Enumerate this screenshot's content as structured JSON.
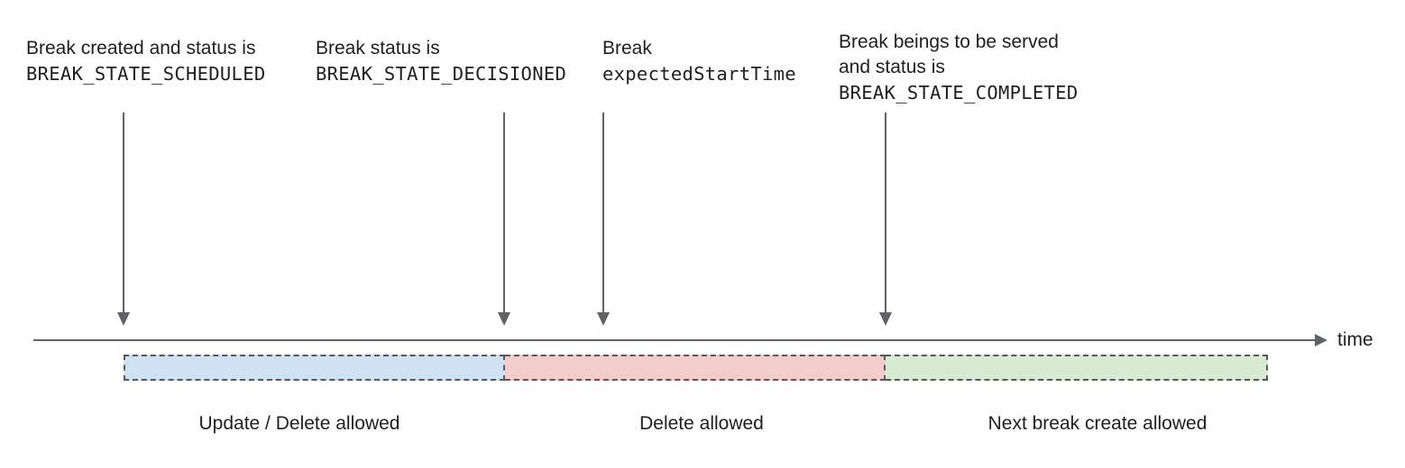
{
  "annotations": [
    {
      "lines": [
        {
          "text": "Break created and status is",
          "style": "sans"
        },
        {
          "text": "BREAK_STATE_SCHEDULED",
          "style": "mono"
        }
      ]
    },
    {
      "lines": [
        {
          "text": "Break status is",
          "style": "sans"
        },
        {
          "text": "BREAK_STATE_DECISIONED",
          "style": "mono"
        }
      ]
    },
    {
      "lines": [
        {
          "text": "Break",
          "style": "sans"
        },
        {
          "text": "expectedStartTime",
          "style": "mono"
        }
      ]
    },
    {
      "lines": [
        {
          "text": "Break beings to be served",
          "style": "sans"
        },
        {
          "text": "and status is",
          "style": "sans"
        },
        {
          "text": "BREAK_STATE_COMPLETED",
          "style": "mono"
        }
      ]
    }
  ],
  "timeline": {
    "axis_label": "time"
  },
  "segments": [
    {
      "label": "Update / Delete allowed",
      "fill": "#cfe2f3"
    },
    {
      "label": "Delete allowed",
      "fill": "#f4cccc"
    },
    {
      "label": "Next break create allowed",
      "fill": "#d9ead3"
    }
  ],
  "colors": {
    "arrow": "#5f6368",
    "segment_border": "#595959",
    "text": "#1f1f1f"
  }
}
